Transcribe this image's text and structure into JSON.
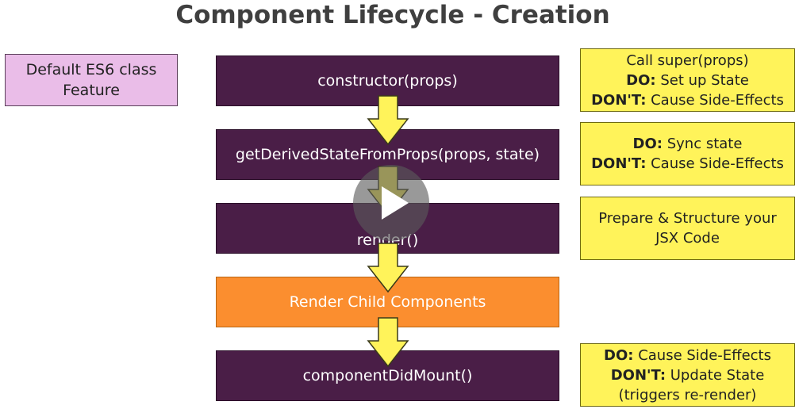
{
  "title": "Component Lifecycle - Creation",
  "side_note": {
    "line1": "Default ES6 class",
    "line2": "Feature"
  },
  "steps": [
    {
      "label": "constructor(props)"
    },
    {
      "label": "getDerivedStateFromProps(props, state)"
    },
    {
      "label": "render()"
    },
    {
      "label": "Render Child Components"
    },
    {
      "label": "componentDidMount()"
    }
  ],
  "notes": {
    "constructor": {
      "line1": "Call super(props)",
      "do_label": "DO:",
      "do_text": " Set up State",
      "dont_label": "DON'T:",
      "dont_text": " Cause Side-Effects"
    },
    "derived": {
      "do_label": "DO:",
      "do_text": " Sync state",
      "dont_label": "DON'T:",
      "dont_text": " Cause Side-Effects"
    },
    "render": {
      "line1": "Prepare & Structure your",
      "line2": "JSX Code"
    },
    "didmount": {
      "do_label": "DO:",
      "do_text": " Cause Side-Effects",
      "dont_label": "DON'T:",
      "dont_text": " Update State",
      "line3": "(triggers re-render)"
    }
  },
  "colors": {
    "step": "#4a1e47",
    "child_step": "#fb8e2f",
    "note": "#fff35a",
    "side_note": "#eabde8",
    "arrow": "#fff35a"
  }
}
